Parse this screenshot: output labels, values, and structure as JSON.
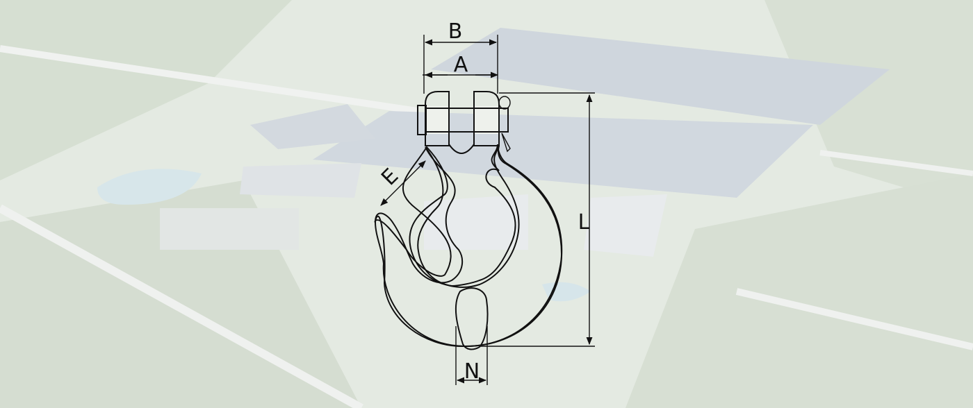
{
  "background": {
    "description_colors": {
      "base": "#e6ebe4",
      "field": "#d4ddd0",
      "roof": "#cfd6de",
      "road": "#eef0ee"
    }
  },
  "diagram": {
    "labels": {
      "B": "B",
      "A": "A",
      "L": "L",
      "E": "E",
      "N": "N"
    },
    "line_color": "#111111"
  }
}
